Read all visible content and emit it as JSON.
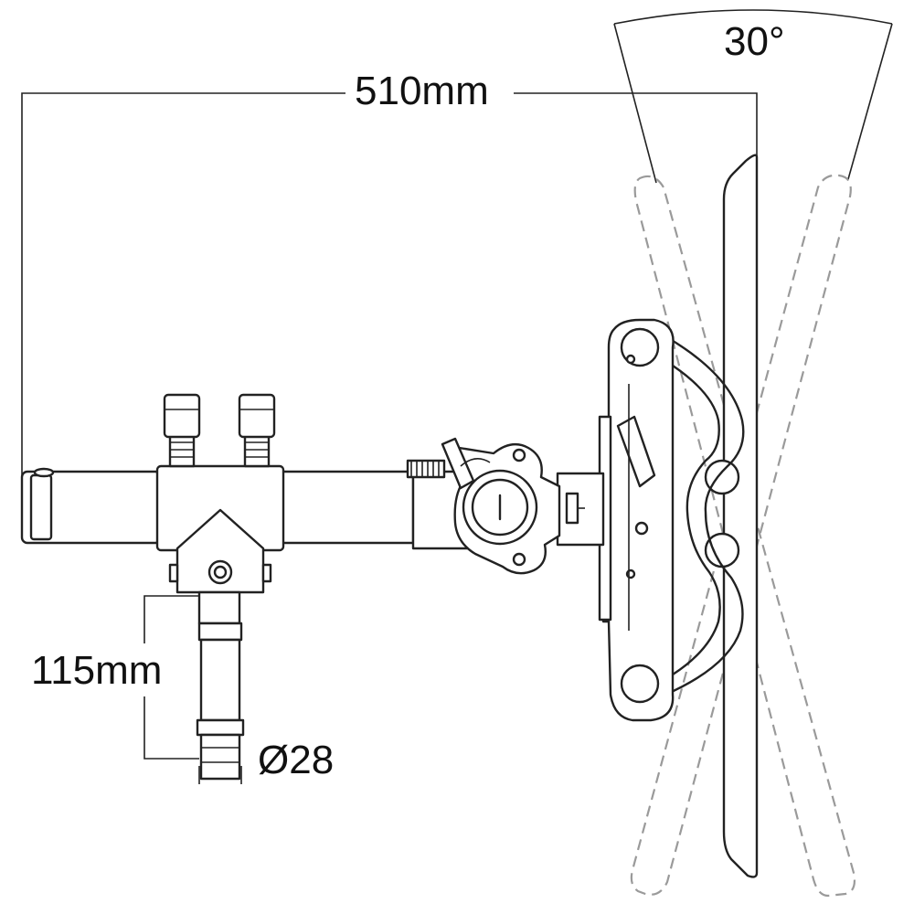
{
  "dimensions": {
    "overall_width": "510mm",
    "tilt_angle": "30°",
    "spigot_length": "115mm",
    "spigot_diameter": "Ø28"
  },
  "colors": {
    "line": "#222222",
    "ghost_outline": "#9a9a9a",
    "background": "#ffffff"
  }
}
